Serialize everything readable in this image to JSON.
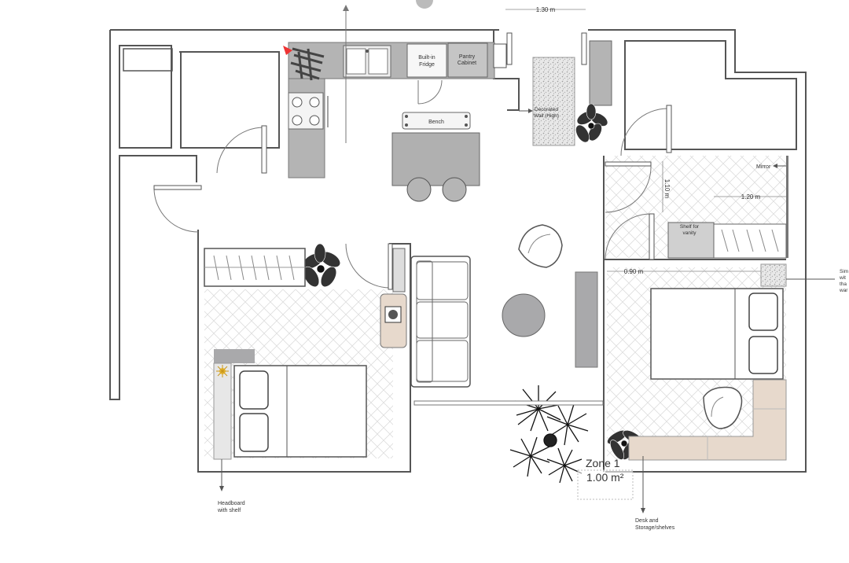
{
  "labels": {
    "built_in_fridge_1": "Built-in",
    "built_in_fridge_2": "Fridge",
    "pantry_1": "Pantry",
    "pantry_2": "Cabinet",
    "bench": "Bench",
    "decorated_wall_1": "Decorated",
    "decorated_wall_2": "Wall (High)",
    "mirror": "Mirror",
    "shelf_vanity_1": "Shelf for",
    "shelf_vanity_2": "vanity",
    "headboard_1": "Headboard",
    "headboard_2": "with shelf",
    "desk_storage_1": "Desk and",
    "desk_storage_2": "Storage/shelves",
    "side_note_1": "Sim",
    "side_note_2": "wit",
    "side_note_3": "tha",
    "side_note_4": "war",
    "zone_name": "Zone 1",
    "zone_area": "1.00 m²"
  },
  "dimensions": {
    "door_width_top": "1.30 m",
    "bath_height": "1.10 m",
    "bath_width": "1.20 m",
    "closet_width": "0.90 m"
  },
  "colors": {
    "wall": "#555555",
    "counter": "#b4b4b4",
    "dark_furniture": "#a9a9ab",
    "wood": "#e7d9cc",
    "zone_text": "#3b6fc2",
    "plant": "#222222"
  }
}
